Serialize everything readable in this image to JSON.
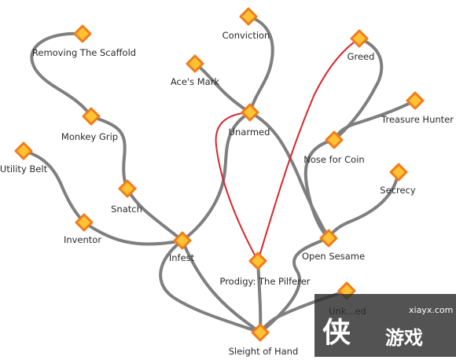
{
  "tree": {
    "nodes": [
      {
        "id": "removing-the-scaffold",
        "label": "Removing The Scaffold"
      },
      {
        "id": "conviction",
        "label": "Conviction"
      },
      {
        "id": "greed",
        "label": "Greed"
      },
      {
        "id": "aces-mark",
        "label": "Ace's Mark"
      },
      {
        "id": "unarmed",
        "label": "Unarmed"
      },
      {
        "id": "treasure-hunter",
        "label": "Treasure Hunter"
      },
      {
        "id": "monkey-grip",
        "label": "Monkey Grip"
      },
      {
        "id": "nose-for-coin",
        "label": "Nose for Coin"
      },
      {
        "id": "utility-belt",
        "label": "Utility Belt"
      },
      {
        "id": "secrecy",
        "label": "Secrecy"
      },
      {
        "id": "snatch",
        "label": "Snatch"
      },
      {
        "id": "inventor",
        "label": "Inventor"
      },
      {
        "id": "infest",
        "label": "Infest"
      },
      {
        "id": "open-sesame",
        "label": "Open Sesame"
      },
      {
        "id": "prodigy-the-pilferer",
        "label": "Prodigy: The Pilferer"
      },
      {
        "id": "unknown-node",
        "label": "Unk...ed"
      },
      {
        "id": "sleight-of-hand",
        "label": "Sleight of Hand"
      }
    ]
  },
  "watermark": {
    "site": "xiayx.com",
    "glyph": "侠",
    "text": "游戏"
  },
  "colors": {
    "node_fill": "#ffc233",
    "node_stroke": "#f07c1c",
    "edge": "#7f7f7f",
    "highlight_edge": "#d8262b"
  }
}
